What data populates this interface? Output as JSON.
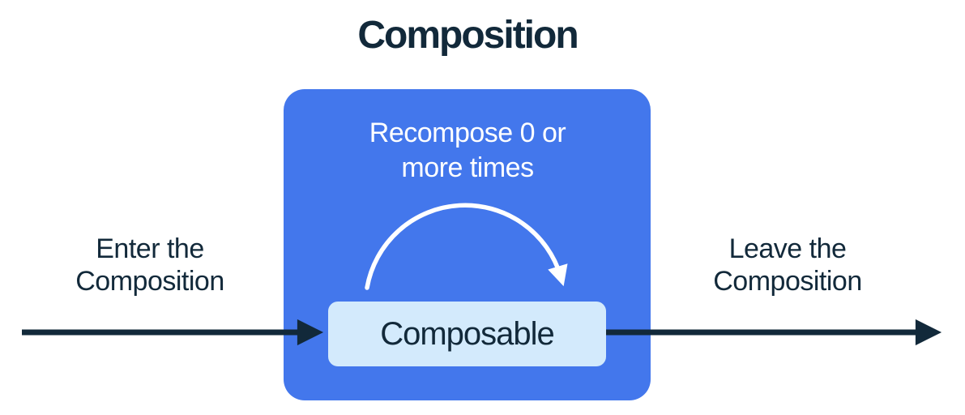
{
  "diagram": {
    "title": "Composition",
    "enter_label": "Enter the Composition",
    "leave_label": "Leave the Composition",
    "composition_box": {
      "recompose_label": "Recompose 0 or more times",
      "composable_label": "Composable"
    }
  },
  "colors": {
    "navy": "#12293A",
    "blue": "#4377EC",
    "light_blue": "#D3EAFC",
    "white": "#FFFFFF",
    "background": "#FFFFFF"
  }
}
